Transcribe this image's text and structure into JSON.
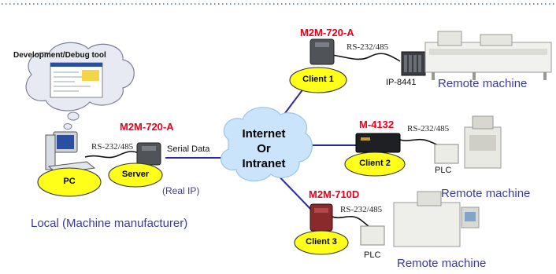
{
  "colors": {
    "link_line": "#2a2aa8",
    "model_label": "#e8001c",
    "remote_label": "#3b3b9a",
    "ellipse_fill": "#ffff1a",
    "cloud_fill": "#c9e4fb"
  },
  "dev_tool": {
    "title": "Development/Debug tool"
  },
  "local": {
    "pc_label": "PC",
    "link_label": "RS-232/485",
    "server_model": "M2M-720-A",
    "server_label": "Server",
    "serial_label": "Serial Data",
    "real_ip": "(Real IP)",
    "caption": "Local (Machine manufacturer)"
  },
  "cloud": {
    "line1": "Internet",
    "line2": "Or",
    "line3": "Intranet"
  },
  "remotes": [
    {
      "model": "M2M-720-A",
      "client": "Client 1",
      "link": "RS-232/485",
      "device": "IP-8441",
      "caption": "Remote machine"
    },
    {
      "model": "M-4132",
      "client": "Client 2",
      "link": "RS-232/485",
      "device": "PLC",
      "caption": "Remote machine"
    },
    {
      "model": "M2M-710D",
      "client": "Client 3",
      "link": "RS-232/485",
      "device": "PLC",
      "caption": "Remote machine"
    }
  ]
}
